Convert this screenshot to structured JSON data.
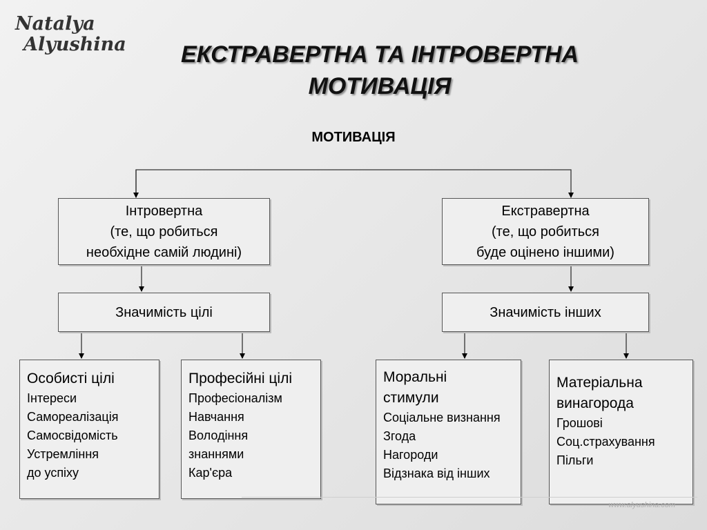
{
  "logo": {
    "line1": "Natalya",
    "line2": "Alyushina"
  },
  "title": {
    "line1": "ЕКСТРАВЕРТНА ТА ІНТРОВЕРТНА",
    "line2": "МОТИВАЦІЯ"
  },
  "root": "МОТИВАЦІЯ",
  "introvert": {
    "line1": "Інтровертна",
    "line2": "(те, що робиться",
    "line3": "необхідне самій людині)"
  },
  "extravert": {
    "line1": "Екстравертна",
    "line2": "(те, що робиться",
    "line3": "буде оцінено іншими)"
  },
  "goal_importance": "Значимість цілі",
  "others_importance": "Значимість інших",
  "personal_goals": {
    "head": "Особисті цілі",
    "items": [
      "Інтереси",
      "Самореалізація",
      "Самосвідомість",
      "Устремління",
      "до успіху"
    ]
  },
  "professional_goals": {
    "head": "Професійні цілі",
    "items": [
      "Професіоналізм",
      "Навчання",
      "Володіння",
      "знаннями",
      "Кар'єра"
    ]
  },
  "moral_stimuli": {
    "head1": "Моральні",
    "head2": "стимули",
    "items": [
      "Соціальне визнання",
      "Згода",
      "Нагороди",
      "Відзнака від інших"
    ]
  },
  "material_reward": {
    "head1": "Матеріальна",
    "head2": "винагорода",
    "items": [
      "Грошові",
      "Соц.страхування",
      "Пільги"
    ]
  },
  "footer": "www.alyushina.com"
}
